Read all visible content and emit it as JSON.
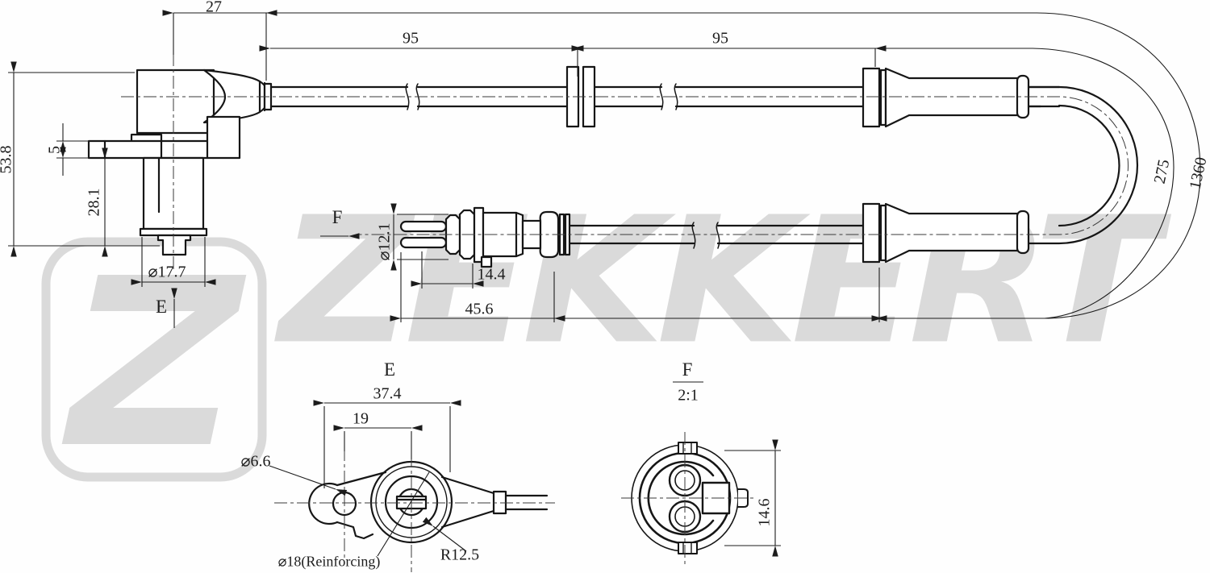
{
  "watermark": {
    "text": "ZEKKERT",
    "color": "#dadada",
    "logo_glyph": "Z"
  },
  "main_view": {
    "dim_27": "27",
    "dim_95_left": "95",
    "dim_95_right": "95",
    "dim_53_8": "53.8",
    "dim_5": "5",
    "dim_28_1": "28.1",
    "dim_17_7": "⌀17.7",
    "dim_275": "275",
    "dim_1360": "1360",
    "view_arrow_e": "E",
    "view_arrow_f": "F",
    "dim_12_1": "⌀12.1",
    "dim_14_4": "14.4",
    "dim_45_6": "45.6"
  },
  "detail_view_e": {
    "title": "E",
    "dim_37_4": "37.4",
    "dim_19": "19",
    "dim_6_6": "⌀6.6",
    "dim_18_reinforcing": "⌀18(Reinforcing)",
    "dim_r12_5": "R12.5"
  },
  "detail_view_f": {
    "title": "F",
    "scale": "2:1",
    "dim_14_6": "14.6"
  }
}
